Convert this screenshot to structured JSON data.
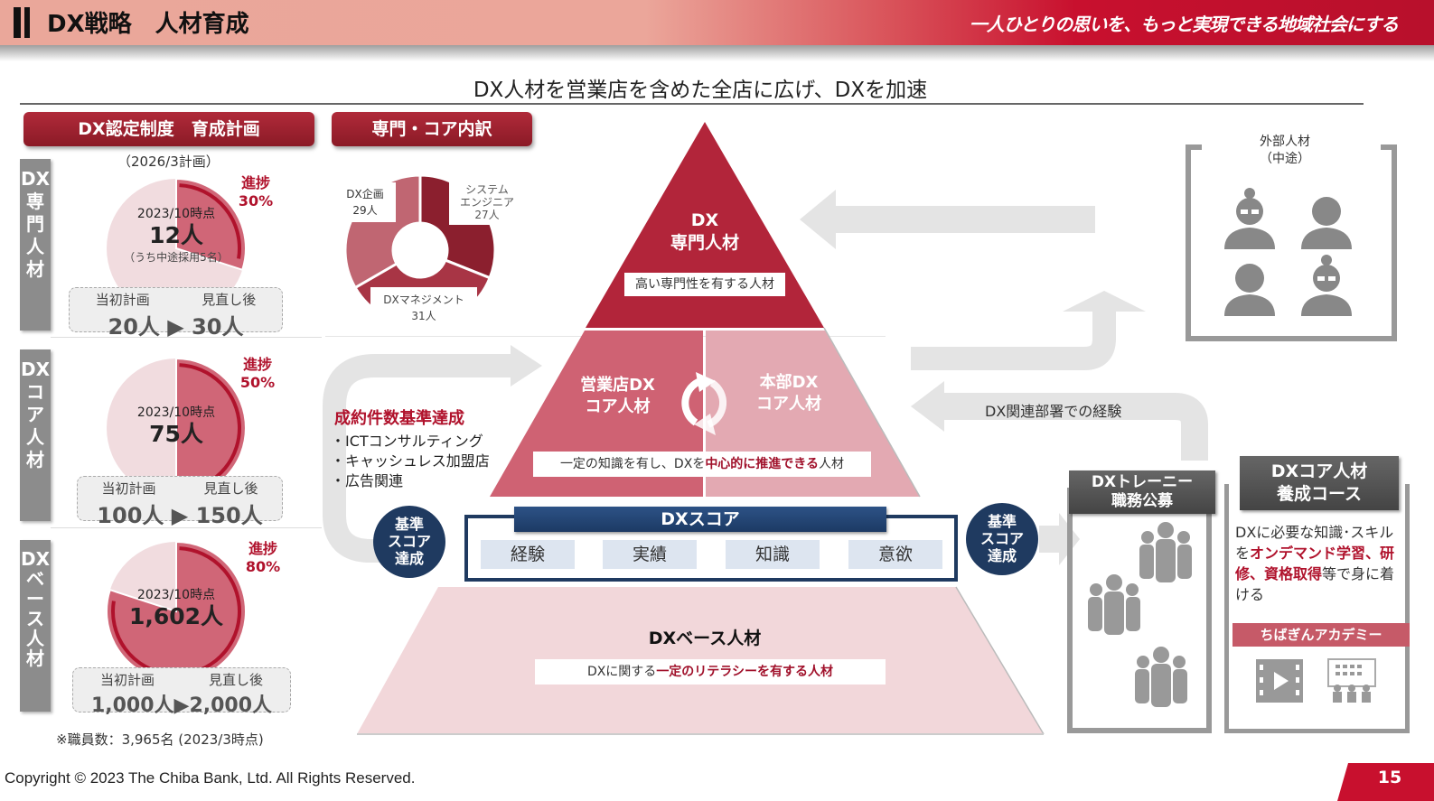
{
  "header": {
    "title": "DX戦略　人材育成",
    "slogan": "一人ひとりの思いを、もっと実現できる地域社会にする"
  },
  "subtitle": "DX人材を営業店を含めた全店に広げ、DXを加速",
  "left_panel": {
    "button_label": "DX認定制度　育成計画",
    "plan_year": "（2026/3計画）",
    "rows": [
      {
        "side_label": "DX専門人材",
        "side_chars": [
          "DX",
          "専",
          "門",
          "人",
          "材"
        ],
        "progress_label": "進捗",
        "progress_pct": "30%",
        "progress": 0.3,
        "as_of": "2023/10時点",
        "count": "12人",
        "note": "（うち中途採用5名）",
        "plan_label": "当初計画",
        "revised_label": "見直し後",
        "plan_value": "20人",
        "revised_value": "30人"
      },
      {
        "side_label": "DXコア人材",
        "side_chars": [
          "DX",
          "コ",
          "ア",
          "人",
          "材"
        ],
        "progress_label": "進捗",
        "progress_pct": "50%",
        "progress": 0.5,
        "as_of": "2023/10時点",
        "count": "75人",
        "note": "",
        "plan_label": "当初計画",
        "revised_label": "見直し後",
        "plan_value": "100人",
        "revised_value": "150人"
      },
      {
        "side_label": "DXベース人材",
        "side_chars": [
          "DX",
          "ベ",
          "ー",
          "ス",
          "人",
          "材"
        ],
        "progress_label": "進捗",
        "progress_pct": "80%",
        "progress": 0.8,
        "as_of": "2023/10時点",
        "count": "1,602人",
        "note": "",
        "plan_label": "当初計画",
        "revised_label": "見直し後",
        "plan_value": "1,000人",
        "revised_value": "2,000人"
      }
    ],
    "footnote": "※職員数：3,965名 (2023/3時点)"
  },
  "breakdown": {
    "button_label": "専門・コア内訳",
    "segments": [
      {
        "name": "システムエンジニア",
        "value": 27,
        "label": "27人",
        "color": "#8b1f2e"
      },
      {
        "name": "DXマネジメント",
        "value": 31,
        "label": "31人",
        "color": "#a83545"
      },
      {
        "name": "DX企画",
        "value": 29,
        "label": "29人",
        "color": "#c06672"
      }
    ],
    "label_lines": {
      "dx_plan": [
        "DX企画",
        "29人"
      ],
      "system": [
        "システム",
        "エンジニア",
        "27人"
      ],
      "mgmt": [
        "DXマネジメント",
        "31人"
      ]
    }
  },
  "pyramid": {
    "top_title_1": "DX",
    "top_title_2": "専門人材",
    "top_desc": "高い専門性を有する人材",
    "mid_left_1": "営業店DX",
    "mid_left_2": "コア人材",
    "mid_right_1": "本部DX",
    "mid_right_2": "コア人材",
    "mid_desc_pre": "一定の知識を有し、DXを",
    "mid_desc_hl": "中心的に推進できる",
    "mid_desc_post": "人材",
    "base_title": "DXベース人材",
    "base_desc_pre": "DXに関する",
    "base_desc_hl": "一定のリテラシーを有する人材",
    "colors": {
      "top": "#b2253a",
      "mid_left": "#cf6273",
      "mid_right": "#e3a9b2",
      "base": "#f2d7da"
    }
  },
  "dx_score": {
    "title": "DXスコア",
    "items": [
      "経験",
      "実績",
      "知識",
      "意欲"
    ],
    "badge_left": [
      "基準",
      "スコア",
      "達成"
    ],
    "badge_right": [
      "基準",
      "スコア",
      "達成"
    ]
  },
  "sales_achievement": {
    "title": "成約件数基準達成",
    "items": [
      "ICTコンサルティング",
      "キャッシュレス加盟店",
      "広告関連"
    ]
  },
  "external": {
    "title_1": "外部人材",
    "title_2": "（中途）"
  },
  "dept_experience": "DX関連部署での経験",
  "trainee": {
    "title_1": "DXトレーニー",
    "title_2": "職務公募"
  },
  "core_course": {
    "title_1": "DXコア人材",
    "title_2": "養成コース",
    "desc_pre": "DXに必要な知識･スキルを",
    "desc_hl": "オンデマンド学習、研修、資格取得",
    "desc_post": "等で身に着ける",
    "academy": "ちばぎんアカデミー"
  },
  "footer": {
    "copyright": "Copyright © 2023 The Chiba Bank, Ltd. All Rights Reserved.",
    "page_number": "15"
  }
}
